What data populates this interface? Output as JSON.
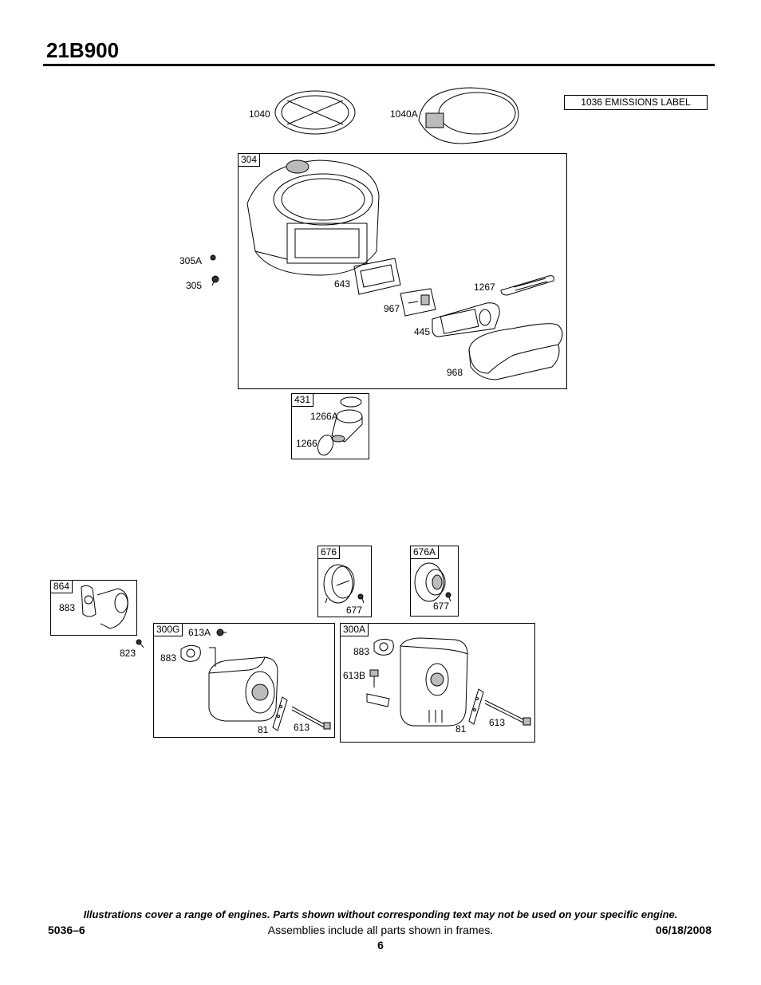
{
  "header": {
    "model": "21B900"
  },
  "emissions_label": "1036 EMISSIONS LABEL",
  "frames": {
    "f304": "304",
    "f431": "431",
    "f676": "676",
    "f676a": "676A",
    "f864": "864",
    "f300g": "300G",
    "f300a": "300A"
  },
  "parts": {
    "p1040": "1040",
    "p1040a": "1040A",
    "p305a": "305A",
    "p305": "305",
    "p643": "643",
    "p1267": "1267",
    "p967": "967",
    "p445": "445",
    "p968": "968",
    "p1266a": "1266A",
    "p1266": "1266",
    "p677a": "677",
    "p677b": "677",
    "p883a": "883",
    "p823": "823",
    "p613a": "613A",
    "p883b": "883",
    "p81a": "81",
    "p613b": "613",
    "p883c": "883",
    "p613bb": "613B",
    "p81b": "81",
    "p613c": "613"
  },
  "footer": {
    "note": "Illustrations cover a range of engines. Parts shown without corresponding text may not be used on your specific engine.",
    "doc_number": "5036–6",
    "assemblies": "Assemblies include all parts shown in frames.",
    "date": "06/18/2008",
    "page": "6"
  }
}
